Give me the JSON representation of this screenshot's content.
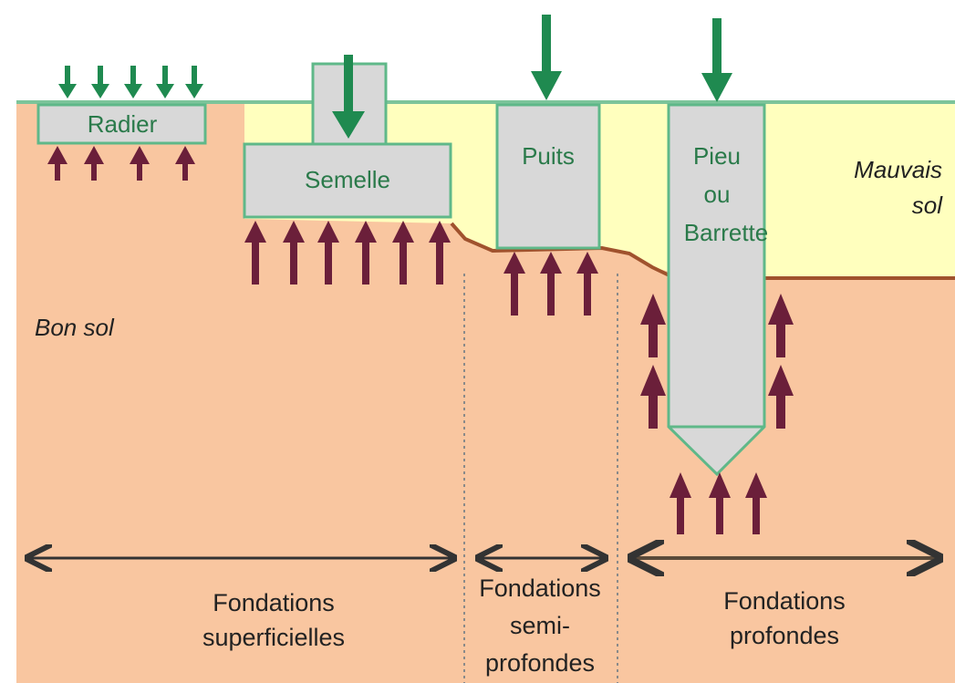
{
  "elements": {
    "radier": "Radier",
    "semelle": "Semelle",
    "puits": "Puits",
    "pieu": [
      "Pieu",
      "ou",
      "Barrette"
    ]
  },
  "soils": {
    "bad": [
      "Mauvais",
      "sol"
    ],
    "good": "Bon sol"
  },
  "categories": {
    "superficielles": [
      "Fondations",
      "superficielles"
    ],
    "semi_profondes": [
      "Fondations",
      "semi-",
      "profondes"
    ],
    "profondes": [
      "Fondations",
      "profondes"
    ]
  },
  "colors": {
    "good_soil": "#f9c6a0",
    "bad_soil": "#ffffbe",
    "foundation_fill": "#d8d8d8",
    "foundation_stroke": "#5fb889",
    "load_arrow": "#1f8a50",
    "reaction_arrow": "#6b1f3a",
    "interface_line": "#a0522d",
    "ground_line": "#7cc49a"
  }
}
